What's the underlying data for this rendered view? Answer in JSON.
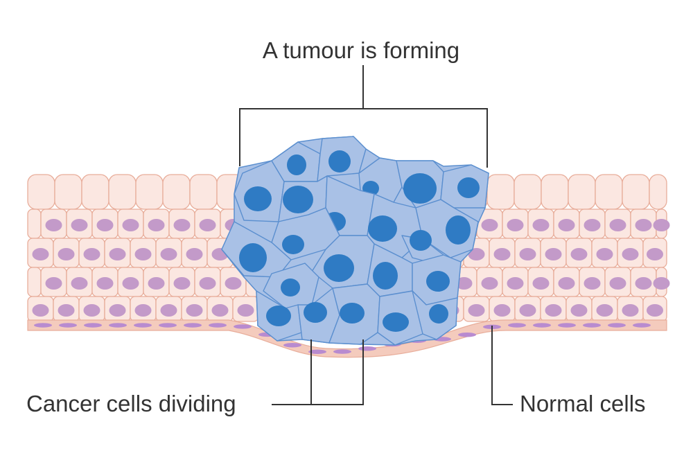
{
  "labels": {
    "tumour": "A tumour is forming",
    "cancer_cells": "Cancer cells dividing",
    "normal_cells": "Normal cells"
  },
  "colors": {
    "normal_cell_fill": "#fbe7e1",
    "normal_cell_outline": "#e8ad9a",
    "normal_nucleus": "#c39ac9",
    "basal_layer": "#f4cbbd",
    "basal_nucleus": "#b88bd0",
    "cancer_cell_fill": "#a9c1e6",
    "cancer_cell_outline": "#5b8fcf",
    "cancer_nucleus": "#2f7bc4",
    "leader_line": "#333333"
  }
}
